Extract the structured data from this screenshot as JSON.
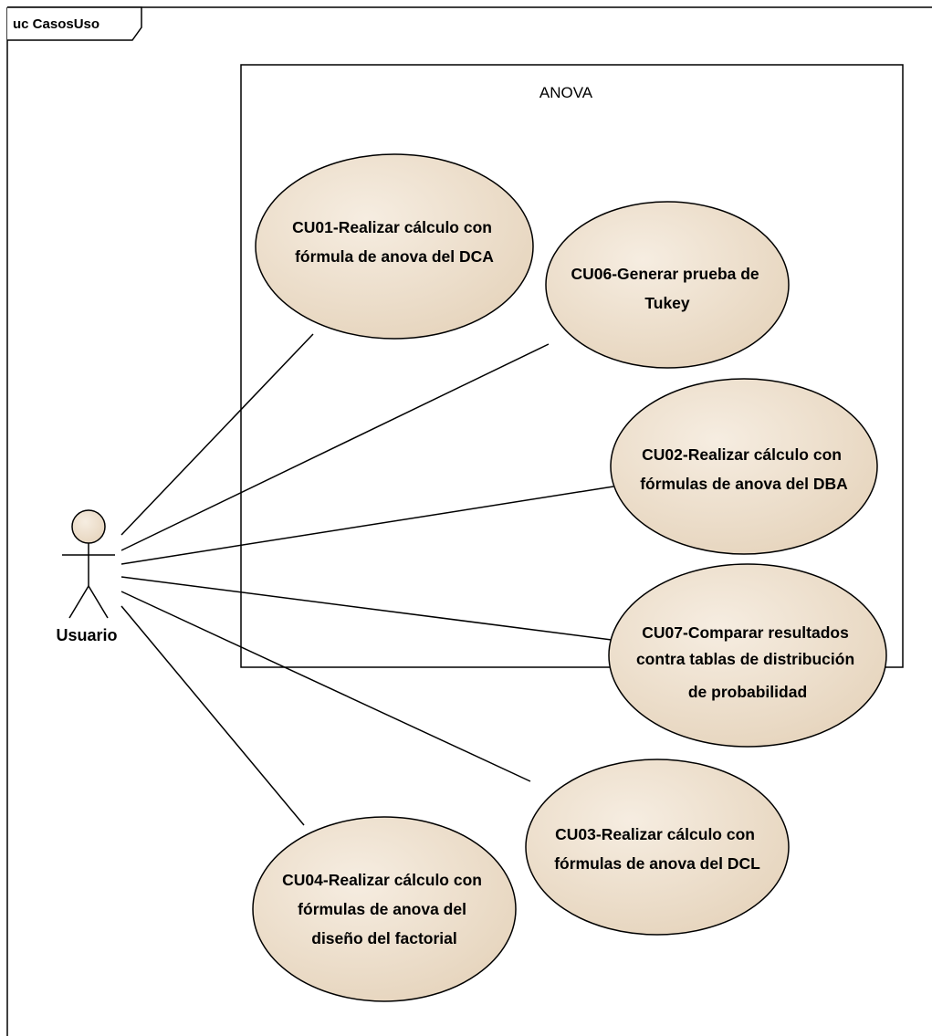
{
  "frame": {
    "label": "uc CasosUso"
  },
  "system": {
    "name": "ANOVA"
  },
  "actor": {
    "name": "Usuario"
  },
  "colors": {
    "use_case_fill": "#f2e6d6",
    "use_case_gradient_end": "#e3cfb4",
    "line": "#000000"
  },
  "use_cases": [
    {
      "id": "CU01",
      "lines": [
        "CU01-Realizar cálculo con",
        "fórmula de anova del DCA"
      ]
    },
    {
      "id": "CU06",
      "lines": [
        "CU06-Generar prueba de",
        "Tukey"
      ]
    },
    {
      "id": "CU02",
      "lines": [
        "CU02-Realizar cálculo con",
        "fórmulas de anova del DBA"
      ]
    },
    {
      "id": "CU07",
      "lines": [
        "CU07-Comparar resultados",
        "contra tablas de distribución",
        "de probabilidad"
      ]
    },
    {
      "id": "CU03",
      "lines": [
        "CU03-Realizar cálculo con",
        "fórmulas de anova del DCL"
      ]
    },
    {
      "id": "CU04",
      "lines": [
        "CU04-Realizar cálculo con",
        "fórmulas de anova del",
        "diseño del factorial"
      ]
    }
  ]
}
